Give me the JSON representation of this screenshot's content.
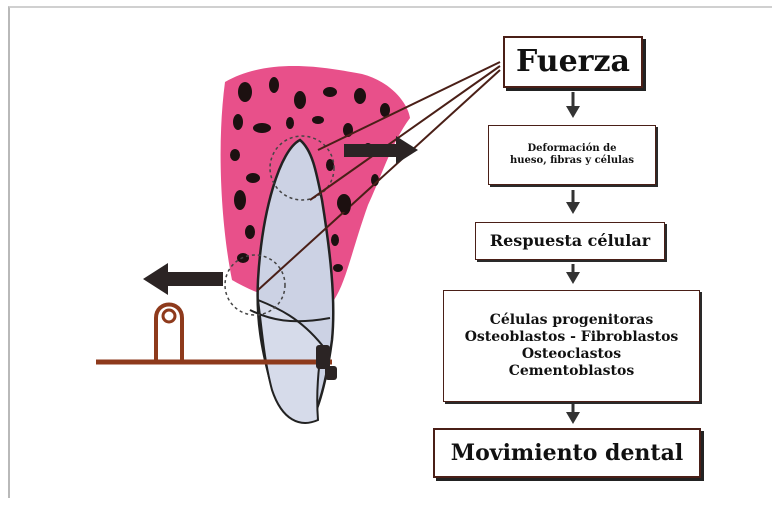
{
  "flow": {
    "force": "Fuerza",
    "deformation": [
      "Deformación de",
      "hueso, fibras y células"
    ],
    "response": "Respuesta célular",
    "cells": [
      "Células progenitoras",
      "Osteoblastos - Fibroblastos",
      "Osteoclastos",
      "Cementoblastos"
    ],
    "result": "Movimiento dental"
  },
  "colors": {
    "bone": "#e8508a",
    "root": "#ccd2e4",
    "arrow": "#2b2424",
    "box_border": "#4a1f17",
    "bracket_line": "#8e3a1c"
  }
}
